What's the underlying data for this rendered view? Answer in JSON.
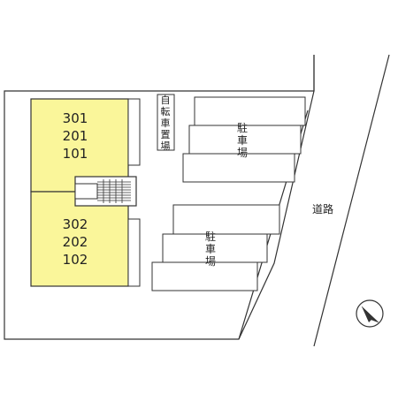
{
  "site_plan": {
    "building": {
      "upper_units": [
        "301",
        "201",
        "101"
      ],
      "lower_units": [
        "302",
        "202",
        "102"
      ]
    },
    "bicycle_parking_label": "自転車置場",
    "parking_upper_label": "駐車場",
    "parking_lower_label": "駐車場",
    "road_label": "道路",
    "compass_icon": "north-arrow-icon",
    "colors": {
      "building_fill": "#faf69a",
      "line": "#333333",
      "background": "#ffffff"
    }
  }
}
